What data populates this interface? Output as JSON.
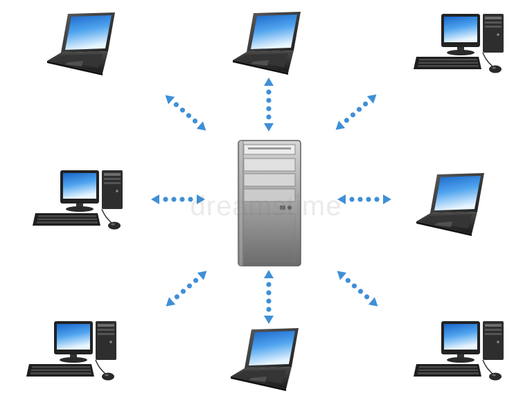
{
  "diagram": {
    "watermark": "dreamstime",
    "hub": {
      "icon": "server-tower-icon"
    },
    "nodes": [
      {
        "id": "laptop-top-left",
        "icon": "laptop-icon"
      },
      {
        "id": "laptop-top-center",
        "icon": "laptop-icon"
      },
      {
        "id": "desktop-top-right",
        "icon": "desktop-computer-icon"
      },
      {
        "id": "desktop-middle-left",
        "icon": "desktop-computer-icon"
      },
      {
        "id": "laptop-middle-right",
        "icon": "laptop-icon"
      },
      {
        "id": "desktop-bottom-left",
        "icon": "desktop-computer-icon"
      },
      {
        "id": "laptop-bottom-center",
        "icon": "laptop-icon"
      },
      {
        "id": "desktop-bottom-right",
        "icon": "desktop-computer-icon"
      }
    ],
    "connector": {
      "icon": "bidirectional-dotted-arrow-icon"
    },
    "colors": {
      "arrow": "#3f8fd6",
      "screen": "#2f86de",
      "device_body": "#2b2b2b",
      "server_body": "#8f8f8f"
    }
  }
}
